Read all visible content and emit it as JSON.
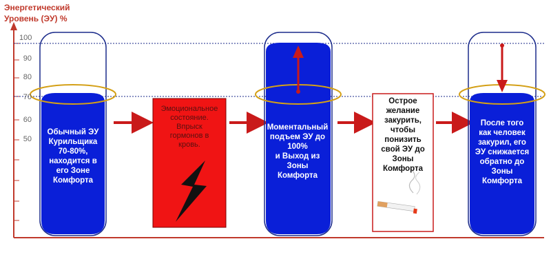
{
  "axis": {
    "title_line1": "Энергетический",
    "title_line2": "Уровень (ЭУ) %",
    "ticks": [
      "100",
      "90",
      "80",
      "70",
      "60",
      "50"
    ]
  },
  "stages": [
    {
      "label_lines": [
        "Обычный ЭУ",
        "Курильщика",
        "70-80%,",
        "находится в",
        "его Зоне",
        "Комфорта"
      ]
    },
    {
      "label_lines": [
        "Эмоциональное",
        "состояние.",
        "Впрыск",
        "гормонов в",
        "кровь."
      ]
    },
    {
      "label_lines": [
        "Моментальный",
        "подъем ЭУ до",
        "100%",
        "и Выход из",
        "Зоны",
        "Комфорта"
      ]
    },
    {
      "label_lines": [
        "Острое",
        "желание",
        "закурить,",
        "чтобы",
        "понизить",
        "свой ЭУ до",
        "Зоны",
        "Комфорта"
      ]
    },
    {
      "label_lines": [
        "После того",
        "как человек",
        "закурил, его",
        "ЭУ снижается",
        "обратно до",
        "Зоны",
        "Комфорта"
      ]
    }
  ],
  "colors": {
    "axis": "#c0392b",
    "tube_outline": "#1a2a8a",
    "tube_fill": "#0a1fd8",
    "comfort_ellipse": "#d4a017",
    "arrow": "#c91a1a",
    "red_box": "#f01414"
  },
  "icons": [
    "lightning-icon",
    "cigarette-icon"
  ]
}
